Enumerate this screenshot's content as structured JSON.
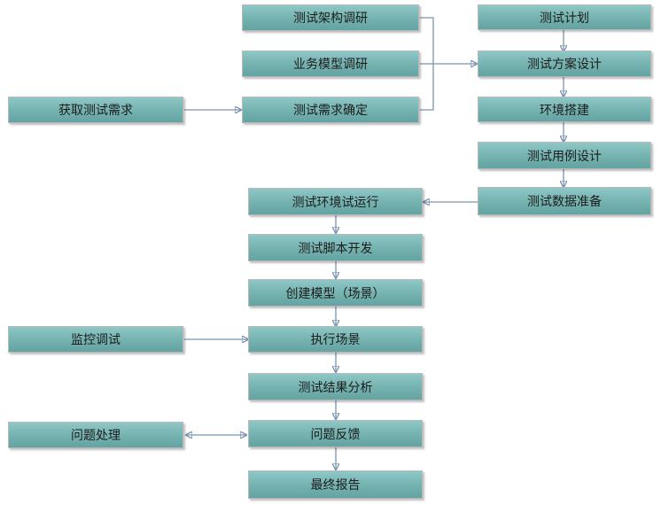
{
  "nodes": {
    "arch_research": "测试架构调研",
    "business_model": "业务模型调研",
    "get_requirements": "获取测试需求",
    "confirm_requirements": "测试需求确定",
    "test_plan": "测试计划",
    "test_scheme": "测试方案设计",
    "env_setup": "环境搭建",
    "case_design": "测试用例设计",
    "data_prep": "测试数据准备",
    "env_trial": "测试环境试运行",
    "script_dev": "测试脚本开发",
    "create_model": "创建模型（场景）",
    "execute_scene": "执行场景",
    "monitor_debug": "监控调试",
    "result_analysis": "测试结果分析",
    "issue_feedback": "问题反馈",
    "issue_handling": "问题处理",
    "final_report": "最终报告"
  },
  "colors": {
    "node_fill_top": "#8fc8c6",
    "node_fill_bottom": "#63a3a1",
    "node_border": "#b9b9b9",
    "connector": "#7b93b0",
    "text": "#1c1c1c"
  }
}
